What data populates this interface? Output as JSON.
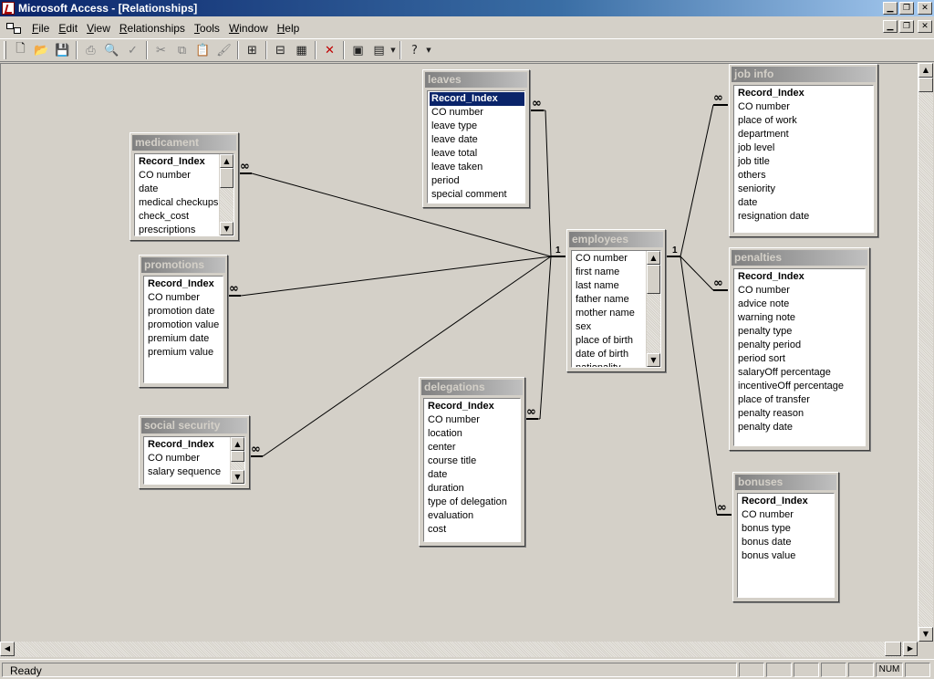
{
  "window": {
    "title": "Microsoft Access - [Relationships]"
  },
  "menu": {
    "items": [
      {
        "label": "File",
        "key": "F",
        "rest": "ile"
      },
      {
        "label": "Edit",
        "key": "E",
        "rest": "dit"
      },
      {
        "label": "View",
        "key": "V",
        "rest": "iew"
      },
      {
        "label": "Relationships",
        "key": "R",
        "rest": "elationships"
      },
      {
        "label": "Tools",
        "key": "T",
        "rest": "ools"
      },
      {
        "label": "Window",
        "key": "W",
        "rest": "indow"
      },
      {
        "label": "Help",
        "key": "H",
        "rest": "elp"
      }
    ]
  },
  "toolbar": {
    "icons": [
      "new-icon",
      "open-icon",
      "save-icon",
      "print-icon",
      "print-preview-icon",
      "spelling-icon",
      "cut-icon",
      "copy-icon",
      "paste-icon",
      "format-painter-icon",
      "show-table-icon",
      "show-direct-icon",
      "show-all-icon",
      "delete-icon",
      "database-window-icon",
      "new-object-icon",
      "help-icon"
    ]
  },
  "tables": {
    "leaves": {
      "title": "leaves",
      "fields": [
        "Record_Index",
        "CO number",
        "leave type",
        "leave date",
        "leave total",
        "leave taken",
        "period",
        "special comment"
      ]
    },
    "job_info": {
      "title": "job info",
      "fields": [
        "Record_Index",
        "CO number",
        "place of work",
        "department",
        "job level",
        "job title",
        "others",
        "seniority",
        "date",
        "resignation date"
      ]
    },
    "medicament": {
      "title": "medicament",
      "fields": [
        "Record_Index",
        "CO number",
        "date",
        "medical checkups",
        "check_cost",
        "prescriptions"
      ]
    },
    "employees": {
      "title": "employees",
      "fields": [
        "CO number",
        "first name",
        "last name",
        "father name",
        "mother name",
        "sex",
        "place of birth",
        "date of birth",
        "nationality"
      ]
    },
    "promotions": {
      "title": "promotions",
      "fields": [
        "Record_Index",
        "CO number",
        "promotion date",
        "promotion value",
        "premium date",
        "premium value"
      ]
    },
    "penalties": {
      "title": "penalties",
      "fields": [
        "Record_Index",
        "CO number",
        "advice note",
        "warning note",
        "penalty type",
        "penalty period",
        "period sort",
        "salaryOff percentage",
        "incentiveOff percentage",
        "place of transfer",
        "penalty reason",
        "penalty date"
      ]
    },
    "delegations": {
      "title": "delegations",
      "fields": [
        "Record_Index",
        "CO number",
        "location",
        "center",
        "course title",
        "date",
        "duration",
        "type of delegation",
        "evaluation",
        "cost"
      ]
    },
    "social_security": {
      "title": "social security",
      "fields": [
        "Record_Index",
        "CO number",
        "salary sequence"
      ]
    },
    "bonuses": {
      "title": "bonuses",
      "fields": [
        "Record_Index",
        "CO number",
        "bonus type",
        "bonus date",
        "bonus value"
      ]
    }
  },
  "relationships": {
    "one_symbol": "1",
    "many_symbol": "∞"
  },
  "status": {
    "text": "Ready",
    "num": "NUM"
  }
}
